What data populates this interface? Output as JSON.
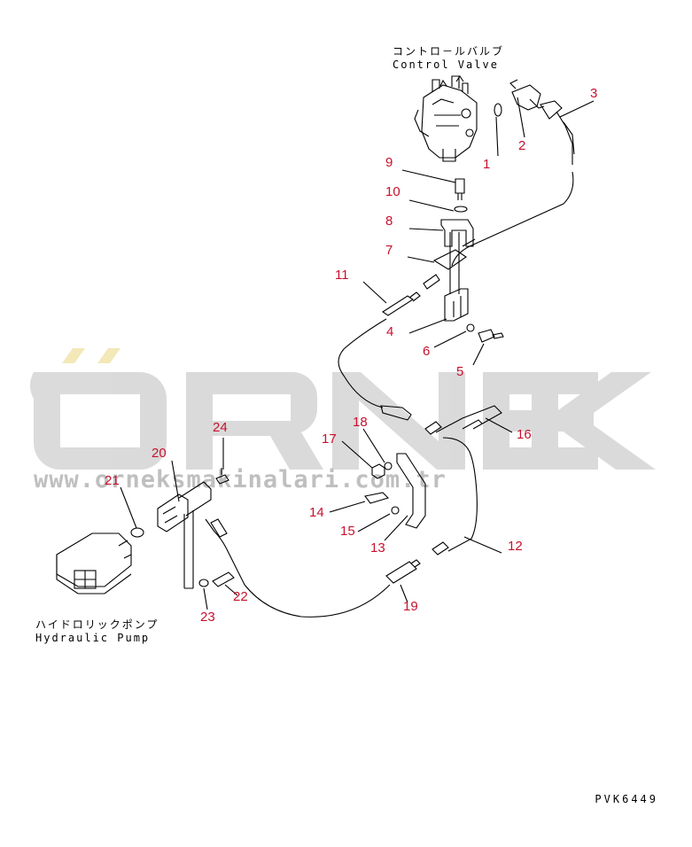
{
  "labels": {
    "control_valve_jp": "コントロ－ルバルブ",
    "control_valve_en": "Control Valve",
    "hydraulic_pump_jp": "ハイドロリックポンプ",
    "hydraulic_pump_en": "Hydraulic Pump",
    "drawing_code": "PVK6449"
  },
  "watermark": {
    "brand": "ÖRNEK",
    "url": "www.orneksmakinalari.com.tr"
  },
  "callouts": [
    "1",
    "2",
    "3",
    "4",
    "5",
    "6",
    "7",
    "8",
    "9",
    "10",
    "11",
    "12",
    "13",
    "14",
    "15",
    "16",
    "17",
    "18",
    "19",
    "20",
    "21",
    "22",
    "23",
    "24"
  ],
  "colors": {
    "callout": "#c8102e",
    "line": "#000000",
    "watermark": "#b9b9b9",
    "watermark_accent": "#f2e6b0"
  }
}
